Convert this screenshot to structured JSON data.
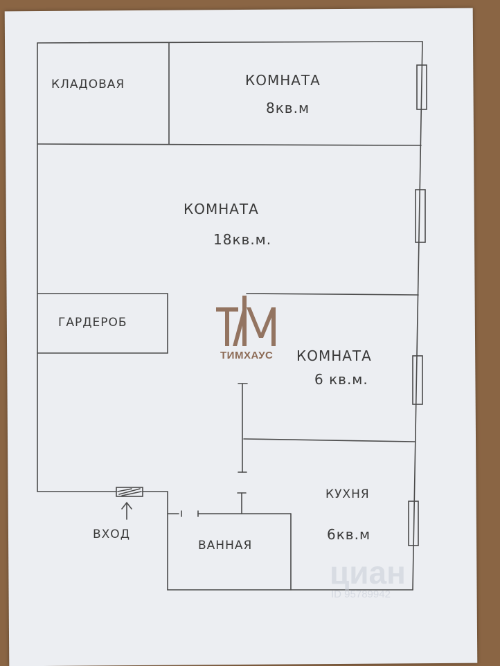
{
  "rooms": {
    "pantry": "КЛАДОВАЯ",
    "room1_name": "КОМНАТА",
    "room1_area": "8кв.м",
    "room2_name": "КОМНАТА",
    "room2_area": "18кв.м.",
    "wardrobe": "ГАРДЕРОБ",
    "room3_name": "КОМНАТА",
    "room3_area": "6 кв.м.",
    "kitchen_name": "КУХНЯ",
    "kitchen_area": "6кв.м",
    "bathroom": "ВАННАЯ",
    "entrance": "ВХОД"
  },
  "watermarks": {
    "logo_text": "ТИМХАУС",
    "cian_text": "циан",
    "cian_id": "ID 95789942"
  },
  "colors": {
    "paper": "#eceef2",
    "wood": "#8a6544",
    "pencil": "#4a4a4a",
    "logo": "#8c6a55"
  }
}
